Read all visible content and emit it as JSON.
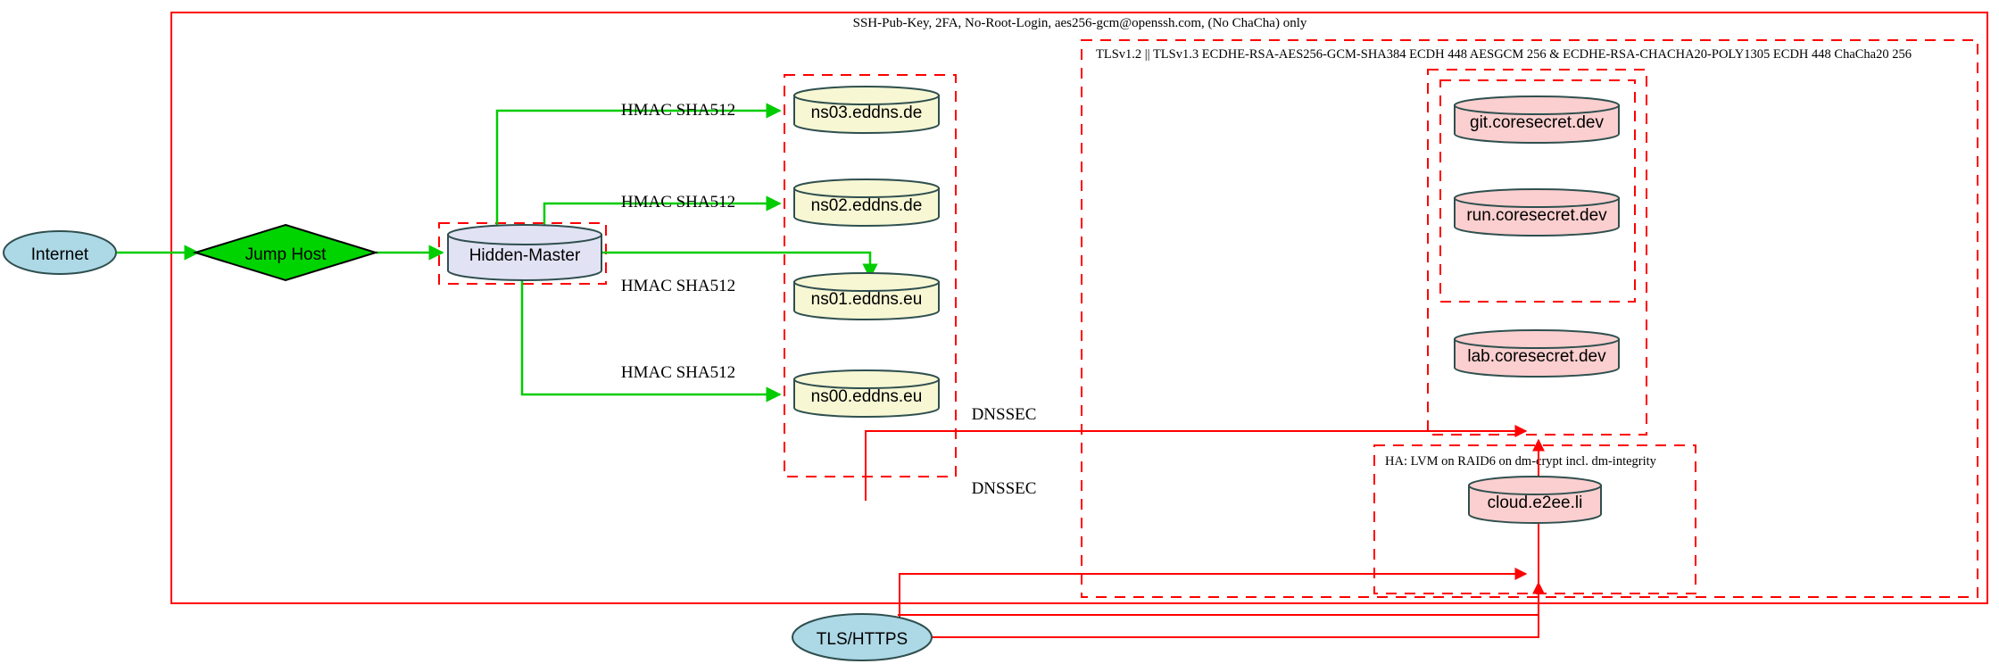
{
  "diagram": {
    "title_label": "SSH-Pub-Key, 2FA, No-Root-Login, aes256-gcm@openssh.com, (No ChaCha) only",
    "colors": {
      "boundary_red": "#ff0000",
      "link_green": "#00cc00",
      "link_red": "#ff0000",
      "internet_fill": "#add8e6",
      "jumphost_fill": "#00d400",
      "hidden_master_fill": "#e2e2f5",
      "dns_fill": "#f7f7d4",
      "service_fill": "#fbcfcf",
      "node_stroke": "#2f4f4f"
    },
    "clusters": {
      "ssh_boundary": {
        "label": "SSH-Pub-Key, 2FA, No-Root-Login, aes256-gcm@openssh.com, (No ChaCha) only"
      },
      "tls_boundary": {
        "label": "TLSv1.2 || TLSv1.3 ECDHE-RSA-AES256-GCM-SHA384 ECDH 448 AESGCM 256 & ECDHE-RSA-CHACHA20-POLY1305 ECDH 448 ChaCha20 256"
      },
      "ha_boundary": {
        "label": "HA: LVM on RAID6 on dm-crypt incl. dm-integrity"
      },
      "hidden_master_box": {
        "label": ""
      },
      "dns_box": {
        "label": ""
      },
      "coresecret_outer_box": {
        "label": ""
      },
      "coresecret_inner_box": {
        "label": ""
      }
    },
    "nodes": {
      "internet": {
        "label": "Internet",
        "shape": "ellipse"
      },
      "jump_host": {
        "label": "Jump Host",
        "shape": "diamond"
      },
      "hidden_master": {
        "label": "Hidden-Master",
        "shape": "cylinder"
      },
      "ns03": {
        "label": "ns03.eddns.de",
        "shape": "cylinder"
      },
      "ns02": {
        "label": "ns02.eddns.de",
        "shape": "cylinder"
      },
      "ns01": {
        "label": "ns01.eddns.eu",
        "shape": "cylinder"
      },
      "ns00": {
        "label": "ns00.eddns.eu",
        "shape": "cylinder"
      },
      "git": {
        "label": "git.coresecret.dev",
        "shape": "cylinder"
      },
      "run": {
        "label": "run.coresecret.dev",
        "shape": "cylinder"
      },
      "lab": {
        "label": "lab.coresecret.dev",
        "shape": "cylinder"
      },
      "cloud": {
        "label": "cloud.e2ee.li",
        "shape": "cylinder"
      },
      "tls_https": {
        "label": "TLS/HTTPS",
        "shape": "ellipse"
      }
    },
    "edge_labels": {
      "hmac_ns03": "HMAC SHA512",
      "hmac_ns02": "HMAC SHA512",
      "hmac_ns01": "HMAC SHA512",
      "hmac_ns00": "HMAC SHA512",
      "dnssec_upper": "DNSSEC",
      "dnssec_lower": "DNSSEC"
    }
  }
}
